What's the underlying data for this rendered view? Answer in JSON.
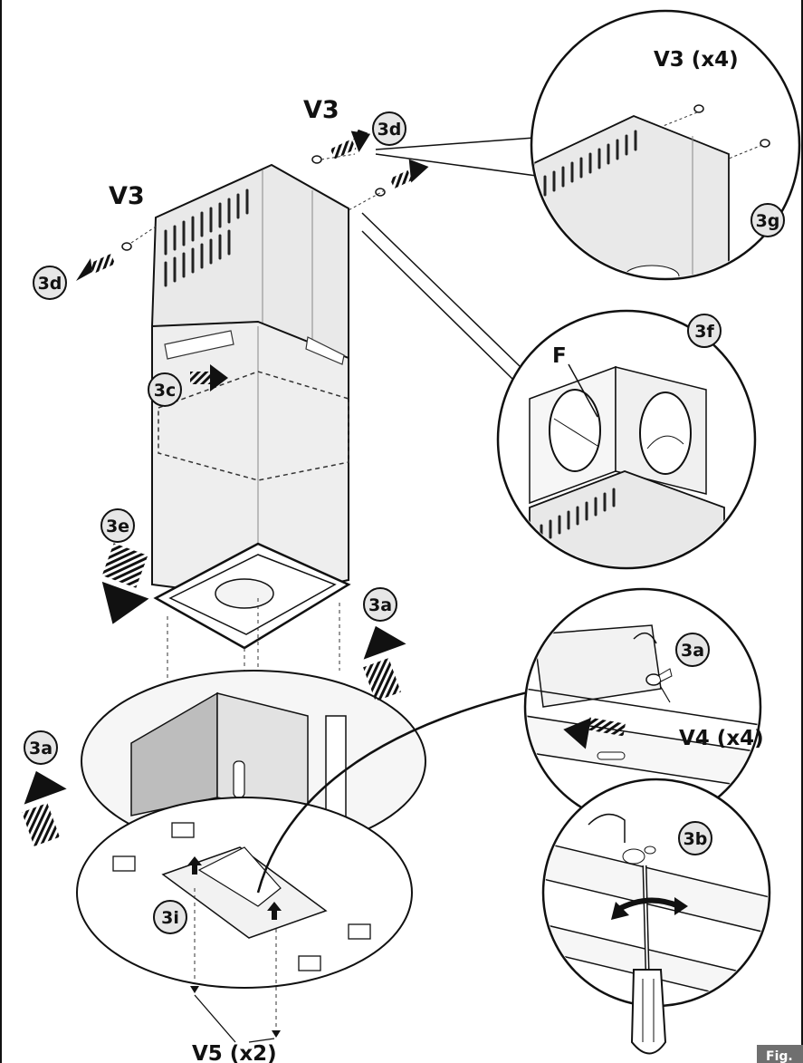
{
  "labels": {
    "v3_left": "V3",
    "v3_top": "V3",
    "v3_x4": "V3 (x4)",
    "v4_x4": "V4 (x4)",
    "v5_x2": "V5 (x2)",
    "f": "F"
  },
  "steps": {
    "s3d_top": "3d",
    "s3d_left": "3d",
    "s3g": "3g",
    "s3f": "3f",
    "s3c": "3c",
    "s3e": "3e",
    "s3a_mid": "3a",
    "s3a_right": "3a",
    "s3a_left": "3a",
    "s3b": "3b",
    "s3i": "3i"
  },
  "figure_tab": "Fig."
}
